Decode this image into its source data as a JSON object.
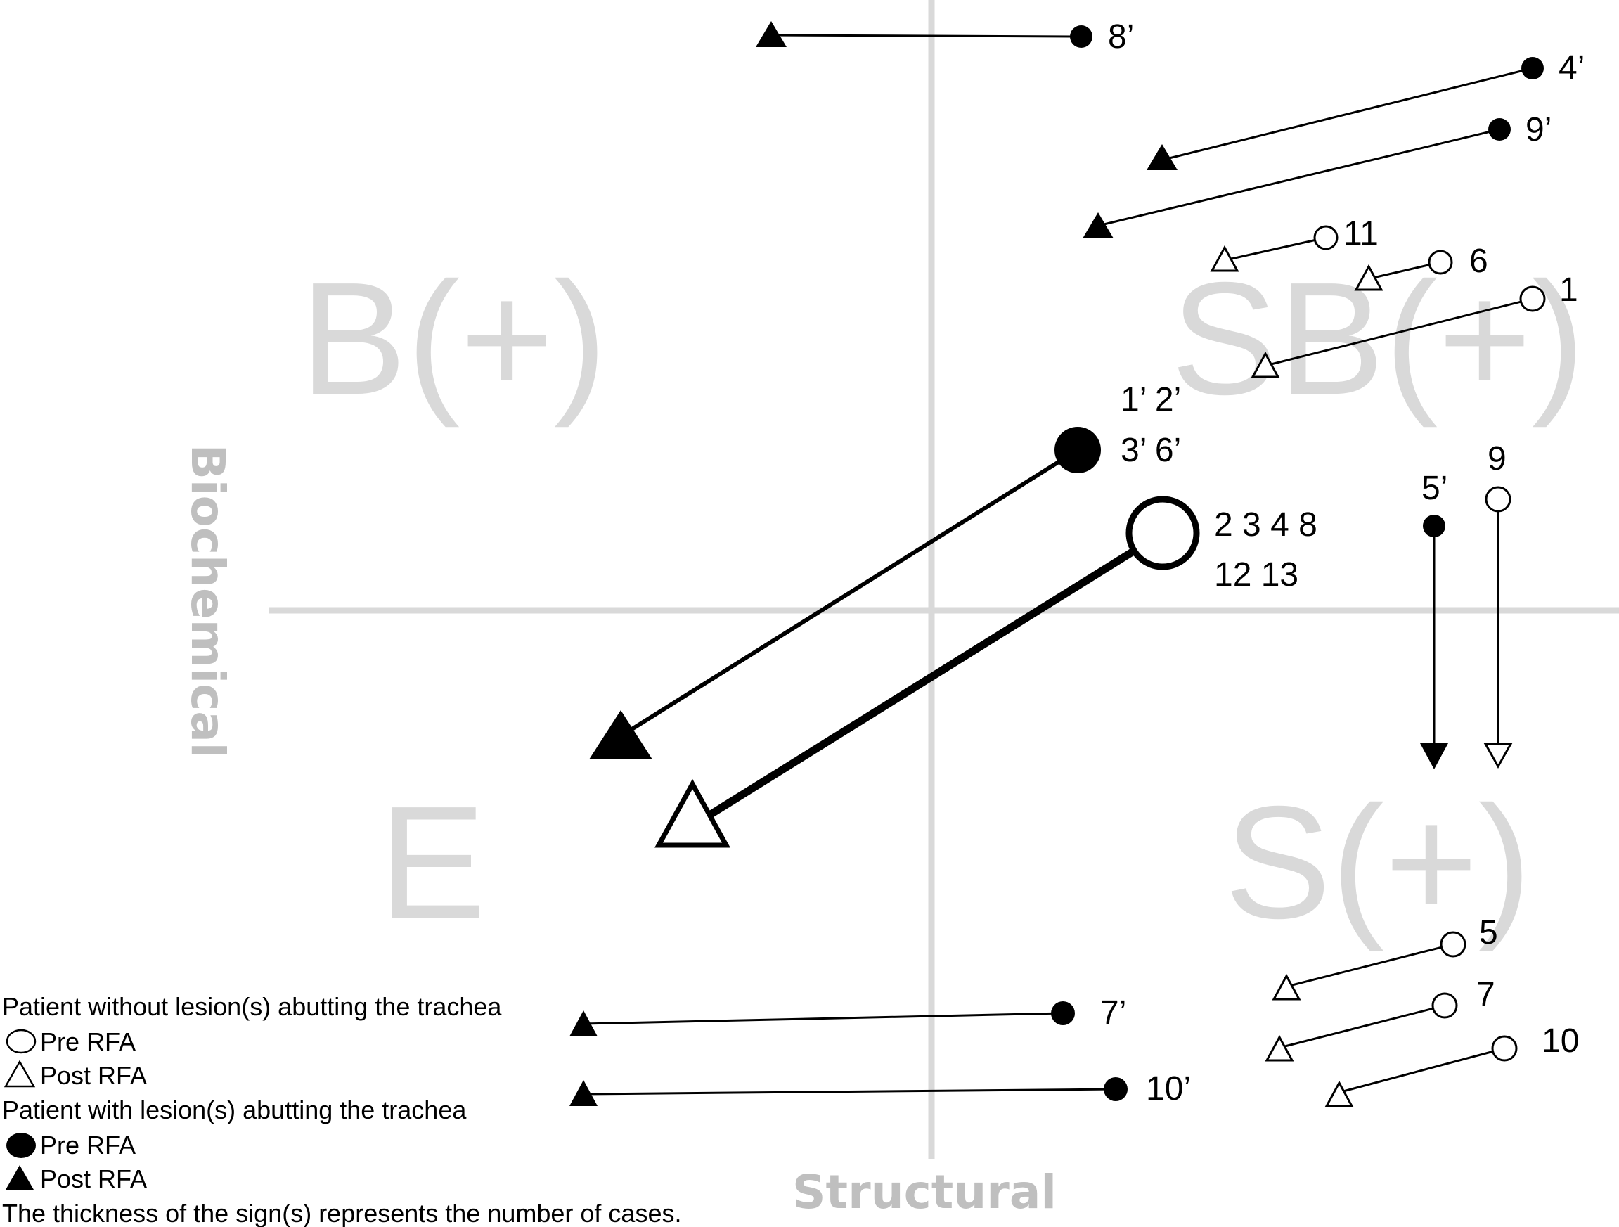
{
  "axes": {
    "structural_label": "Structural",
    "biochemical_label": "Biochemical",
    "axis_color": "#d9d9d9"
  },
  "quadrants": {
    "top_left": "B(+)",
    "top_right": "SB(+)",
    "bottom_left": "E",
    "bottom_right": "S(+)"
  },
  "patients": [
    {
      "label": "8’",
      "lesion_abutting_trachea": true,
      "cases": 1
    },
    {
      "label": "4’",
      "lesion_abutting_trachea": true,
      "cases": 1
    },
    {
      "label": "9’",
      "lesion_abutting_trachea": true,
      "cases": 1
    },
    {
      "label": "11",
      "lesion_abutting_trachea": false,
      "cases": 1
    },
    {
      "label": "6",
      "lesion_abutting_trachea": false,
      "cases": 1
    },
    {
      "label": "1",
      "lesion_abutting_trachea": false,
      "cases": 1
    },
    {
      "label_line1": "1’ 2’",
      "label_line2": "3’ 6’",
      "lesion_abutting_trachea": true,
      "cases": 4
    },
    {
      "label_line1": "2 3 4 8",
      "label_line2": "12 13",
      "lesion_abutting_trachea": false,
      "cases": 6
    },
    {
      "label": "5’",
      "lesion_abutting_trachea": true,
      "cases": 1
    },
    {
      "label": "9",
      "lesion_abutting_trachea": false,
      "cases": 1
    },
    {
      "label": "5",
      "lesion_abutting_trachea": false,
      "cases": 1
    },
    {
      "label": "7",
      "lesion_abutting_trachea": false,
      "cases": 1
    },
    {
      "label": "7’",
      "lesion_abutting_trachea": true,
      "cases": 1
    },
    {
      "label": "10",
      "lesion_abutting_trachea": false,
      "cases": 1
    },
    {
      "label": "10’",
      "lesion_abutting_trachea": true,
      "cases": 1
    }
  ],
  "legend": {
    "without_heading": "Patient without lesion(s) abutting the trachea",
    "pre_open": "Pre RFA",
    "post_open": "Post RFA",
    "with_heading": "Patient with lesion(s) abutting the trachea",
    "pre_filled": "Pre RFA",
    "post_filled": "Post RFA",
    "note": "The thickness of the sign(s) represents the number of cases."
  }
}
